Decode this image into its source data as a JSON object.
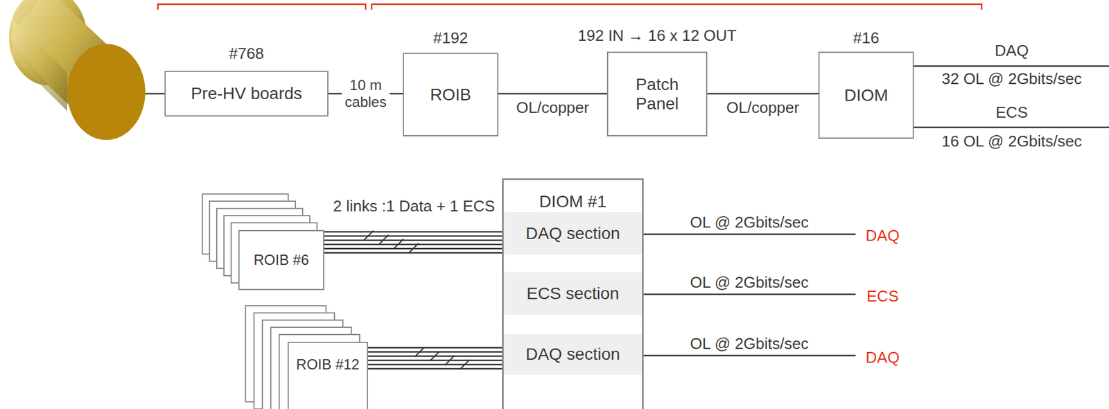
{
  "diagram": {
    "nodes": [
      {
        "text": [
          "#768",
          "Pre-HV boards"
        ]
      },
      {
        "text": [
          "#192",
          "ROIB"
        ]
      },
      {
        "text": [
          "192 IN → 16 x 12 OUT",
          "Patch Panel"
        ]
      },
      {
        "text": [
          "#16",
          "DIOM"
        ]
      },
      {
        "text": [
          "ROIB #6"
        ]
      },
      {
        "text": [
          "ROIB #12"
        ]
      },
      {
        "text": [
          "DIOM #1"
        ]
      },
      {
        "text": [
          "DAQ section"
        ],
        "in": 6
      },
      {
        "text": [
          "ECS section"
        ],
        "in": 6
      },
      {
        "text": [
          "DAQ section"
        ],
        "in": 6
      }
    ],
    "edges": [
      {
        "from": 0,
        "to": 1,
        "label": "10 m cables",
        "arrow": "none"
      },
      {
        "from": 1,
        "to": 2,
        "label": "OL/copper",
        "arrow": "none"
      },
      {
        "from": 2,
        "to": 3,
        "label": "OL/copper",
        "arrow": "none"
      },
      {
        "from": 4,
        "to": 7,
        "label": "2 links :1 Data + 1 ECS",
        "arrow": "none"
      },
      {
        "from": 5,
        "to": 9,
        "arrow": "none"
      }
    ],
    "labels": [
      "DAQ",
      "32 OL @ 2Gbits/sec",
      "ECS",
      "16 OL @ 2Gbits/sec",
      "OL @ 2Gbits/sec",
      "DAQ",
      "OL @ 2Gbits/sec",
      "ECS",
      "OL @ 2Gbits/sec",
      "DAQ"
    ]
  }
}
